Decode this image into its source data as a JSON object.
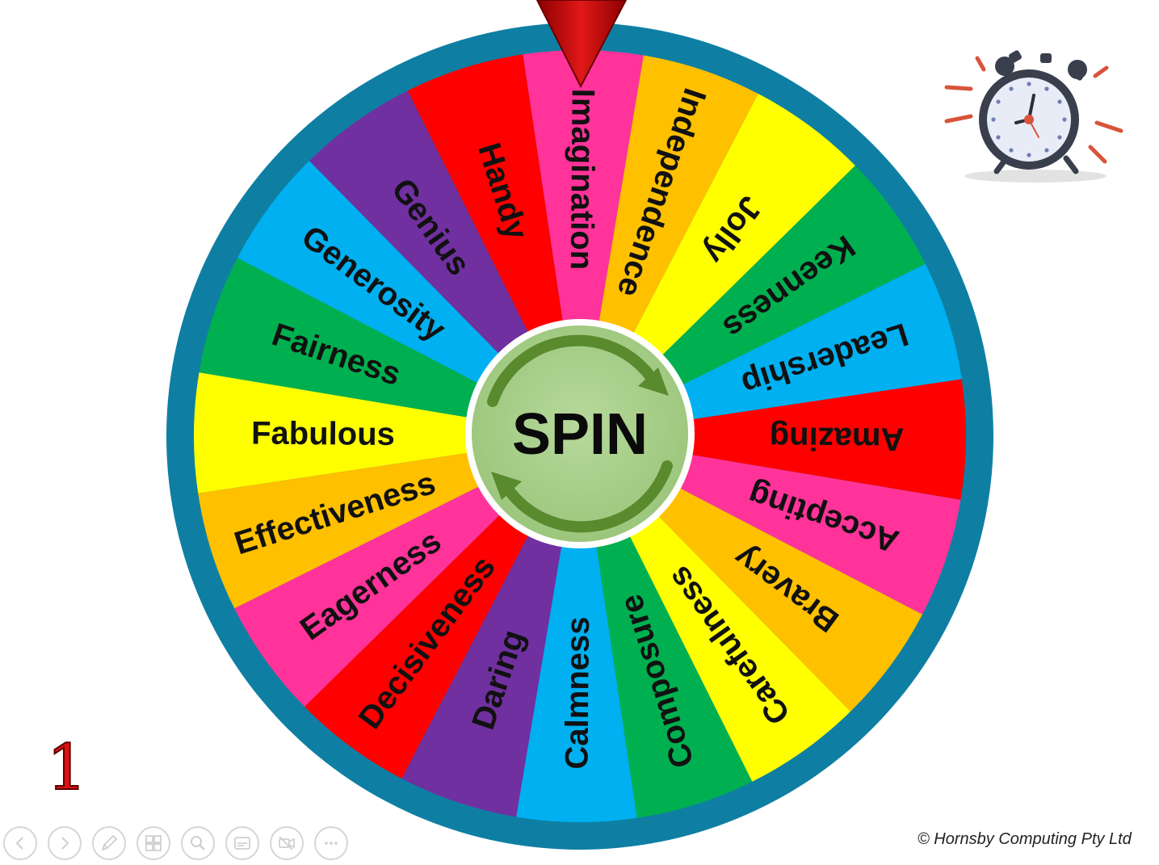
{
  "wheel": {
    "center_label": "SPIN",
    "segments": [
      {
        "label": "Imagination",
        "color": "#ff3399"
      },
      {
        "label": "Independence",
        "color": "#ffc000"
      },
      {
        "label": "Jolly",
        "color": "#ffff00"
      },
      {
        "label": "Keenness",
        "color": "#00b050"
      },
      {
        "label": "Leadership",
        "color": "#00b0f0"
      },
      {
        "label": "Amazing",
        "color": "#ff0000"
      },
      {
        "label": "Accepting",
        "color": "#ff3399"
      },
      {
        "label": "Bravery",
        "color": "#ffc000"
      },
      {
        "label": "Carefulness",
        "color": "#ffff00"
      },
      {
        "label": "Composure",
        "color": "#00b050"
      },
      {
        "label": "Calmness",
        "color": "#00b0f0"
      },
      {
        "label": "Daring",
        "color": "#7030a0"
      },
      {
        "label": "Decisiveness",
        "color": "#ff0000"
      },
      {
        "label": "Eagerness",
        "color": "#ff3399"
      },
      {
        "label": "Effectiveness",
        "color": "#ffc000"
      },
      {
        "label": "Fabulous",
        "color": "#ffff00"
      },
      {
        "label": "Fairness",
        "color": "#00b050"
      },
      {
        "label": "Generosity",
        "color": "#00b0f0"
      },
      {
        "label": "Genius",
        "color": "#7030a0"
      },
      {
        "label": "Handy",
        "color": "#ff0000"
      }
    ],
    "rim_color": "#0e7fa3",
    "hub_color": "#a9d08e",
    "arrow_color": "#5a8a2e",
    "pointer_color": "#c00000"
  },
  "timer": {
    "icon": "alarm-clock-icon"
  },
  "slide": {
    "number": "1"
  },
  "footer": {
    "copyright": "© Hornsby Computing Pty Ltd"
  },
  "toolbar": {
    "buttons": [
      {
        "name": "previous-slide-button",
        "icon": "arrow-left-icon"
      },
      {
        "name": "next-slide-button",
        "icon": "arrow-right-icon"
      },
      {
        "name": "pen-button",
        "icon": "pen-icon"
      },
      {
        "name": "see-all-slides-button",
        "icon": "slides-grid-icon"
      },
      {
        "name": "zoom-button",
        "icon": "magnifier-icon"
      },
      {
        "name": "subtitles-button",
        "icon": "subtitles-icon"
      },
      {
        "name": "camera-button",
        "icon": "camera-off-icon"
      },
      {
        "name": "more-options-button",
        "icon": "more-icon"
      }
    ]
  }
}
